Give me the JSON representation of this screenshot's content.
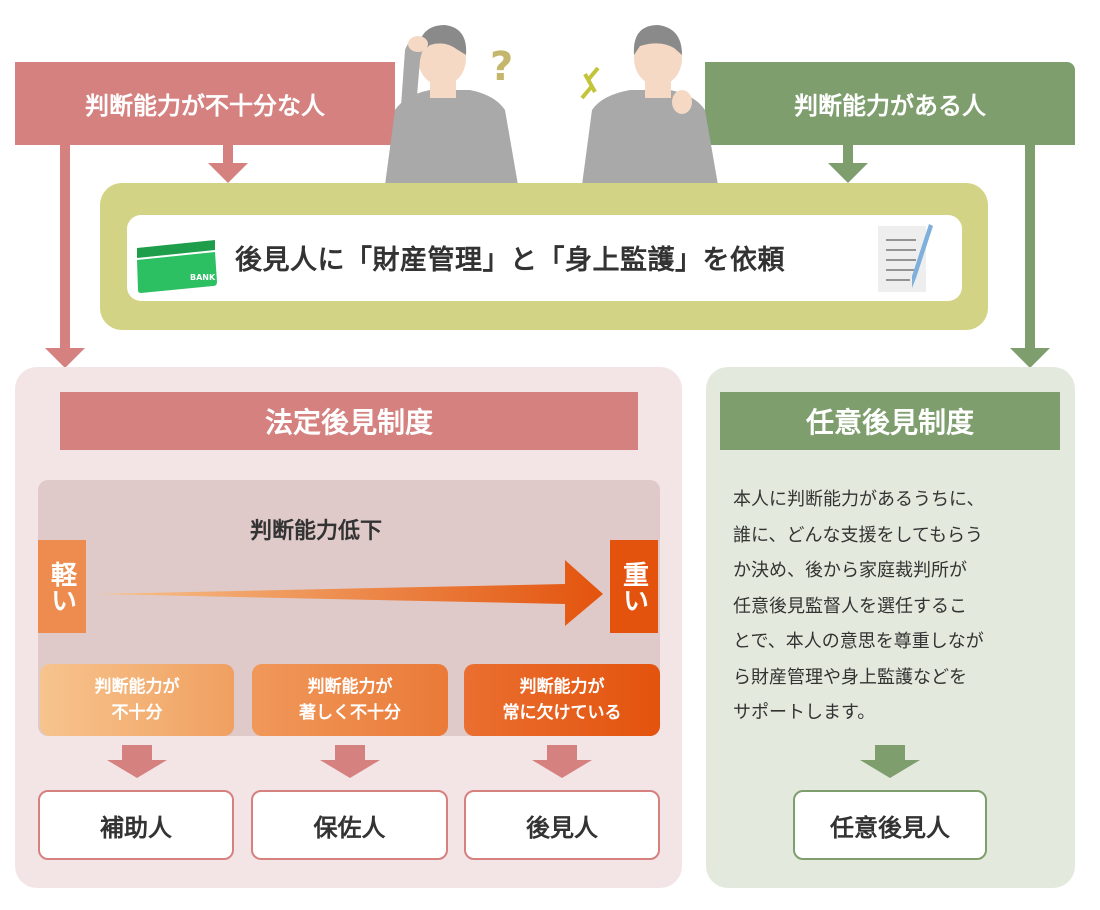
{
  "header_left": {
    "label": "判断能力が不十分な人",
    "color": "#d4817f"
  },
  "header_right": {
    "label": "判断能力がある人",
    "color": "#7e9e6e"
  },
  "request_box": {
    "label": "後見人に「財産管理」と「身上監護」を依頼",
    "card_label": "BANK"
  },
  "legal_guardianship": {
    "title": "法定後見制度",
    "decline_label": "判断能力低下",
    "light_label": "軽い",
    "heavy_label": "重い",
    "levels": [
      {
        "line1": "判断能力が",
        "line2": "不十分",
        "result": "補助人"
      },
      {
        "line1": "判断能力が",
        "line2": "著しく不十分",
        "result": "保佐人"
      },
      {
        "line1": "判断能力が",
        "line2": "常に欠けている",
        "result": "後見人"
      }
    ]
  },
  "voluntary_guardianship": {
    "title": "任意後見制度",
    "description_lines": [
      "本人に判断能力があるうちに、",
      "誰に、どんな支援をしてもらう",
      "か決め、後から家庭裁判所が",
      "任意後見監督人を選任するこ",
      "とで、本人の意思を尊重しなが",
      "ら財産管理や身上監護などを",
      "サポートします。"
    ],
    "result": "任意後見人"
  }
}
